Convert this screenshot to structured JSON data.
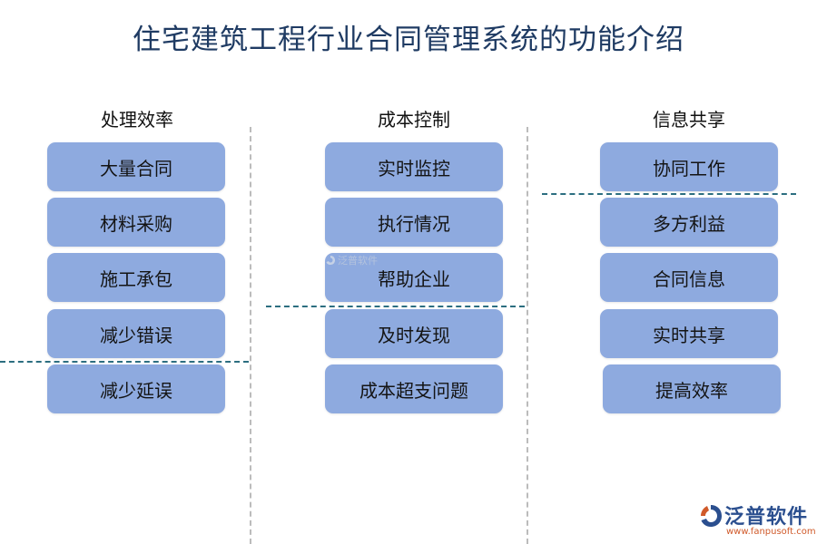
{
  "title": "住宅建筑工程行业合同管理系统的功能介绍",
  "columns": [
    {
      "heading": "处理效率",
      "items": [
        "大量合同",
        "材料采购",
        "施工承包",
        "减少错误",
        "减少延误"
      ]
    },
    {
      "heading": "成本控制",
      "items": [
        "实时监控",
        "执行情况",
        "帮助企业",
        "及时发现",
        "成本超支问题"
      ]
    },
    {
      "heading": "信息共享",
      "items": [
        "协同工作",
        "多方利益",
        "合同信息",
        "实时共享",
        "提高效率"
      ]
    }
  ],
  "watermark": {
    "text": "泛普软件",
    "icon": "fanpu-logo-icon"
  },
  "logo": {
    "name": "泛普软件",
    "url": "www.fanpusoft.com",
    "icon": "fanpu-logo-icon"
  },
  "colors": {
    "title": "#1f3b63",
    "box": "#8eaadf",
    "dash_separator": "#bcbcbc",
    "dash_accent": "#2c6e80",
    "logo_blue": "#2b4f8f",
    "logo_orange": "#d05a2a"
  }
}
